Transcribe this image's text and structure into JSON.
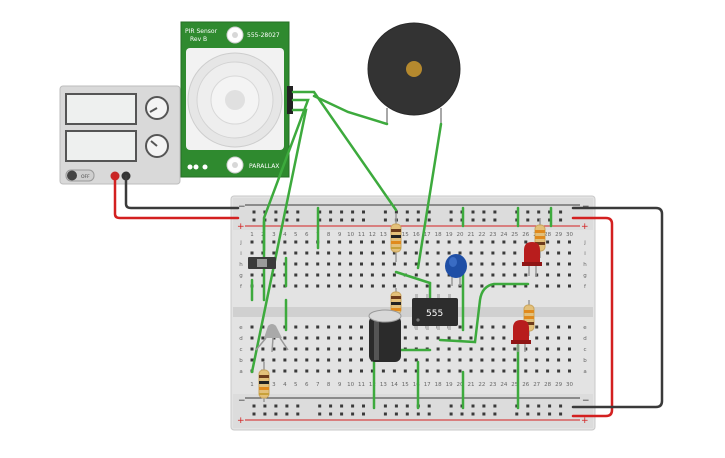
{
  "pir": {
    "title_line1": "PIR Sensor",
    "title_line2": "Rev B",
    "part_number": "555-28027",
    "brand": "PARALLAX"
  },
  "power_supply": {
    "switch_label": "OFF"
  },
  "ic": {
    "label": "555"
  },
  "breadboard": {
    "column_numbers": [
      "1",
      "2",
      "3",
      "4",
      "5",
      "6",
      "7",
      "8",
      "9",
      "10",
      "11",
      "12",
      "13",
      "14",
      "15",
      "16",
      "17",
      "18",
      "19",
      "20",
      "21",
      "22",
      "23",
      "24",
      "25",
      "26",
      "27",
      "28",
      "29",
      "30"
    ],
    "row_letters_top": [
      "j",
      "i",
      "h",
      "g",
      "f"
    ],
    "row_letters_bottom": [
      "e",
      "d",
      "c",
      "b",
      "a"
    ],
    "rail_plus": "+",
    "rail_minus": "−"
  },
  "colors": {
    "wire_green": "#3daa3d",
    "wire_red": "#d32020",
    "wire_black": "#3a3a3a",
    "pcb_green": "#2f8a2f",
    "led_red": "#b81d1d",
    "capacitor_blue": "#1f4fa6"
  }
}
